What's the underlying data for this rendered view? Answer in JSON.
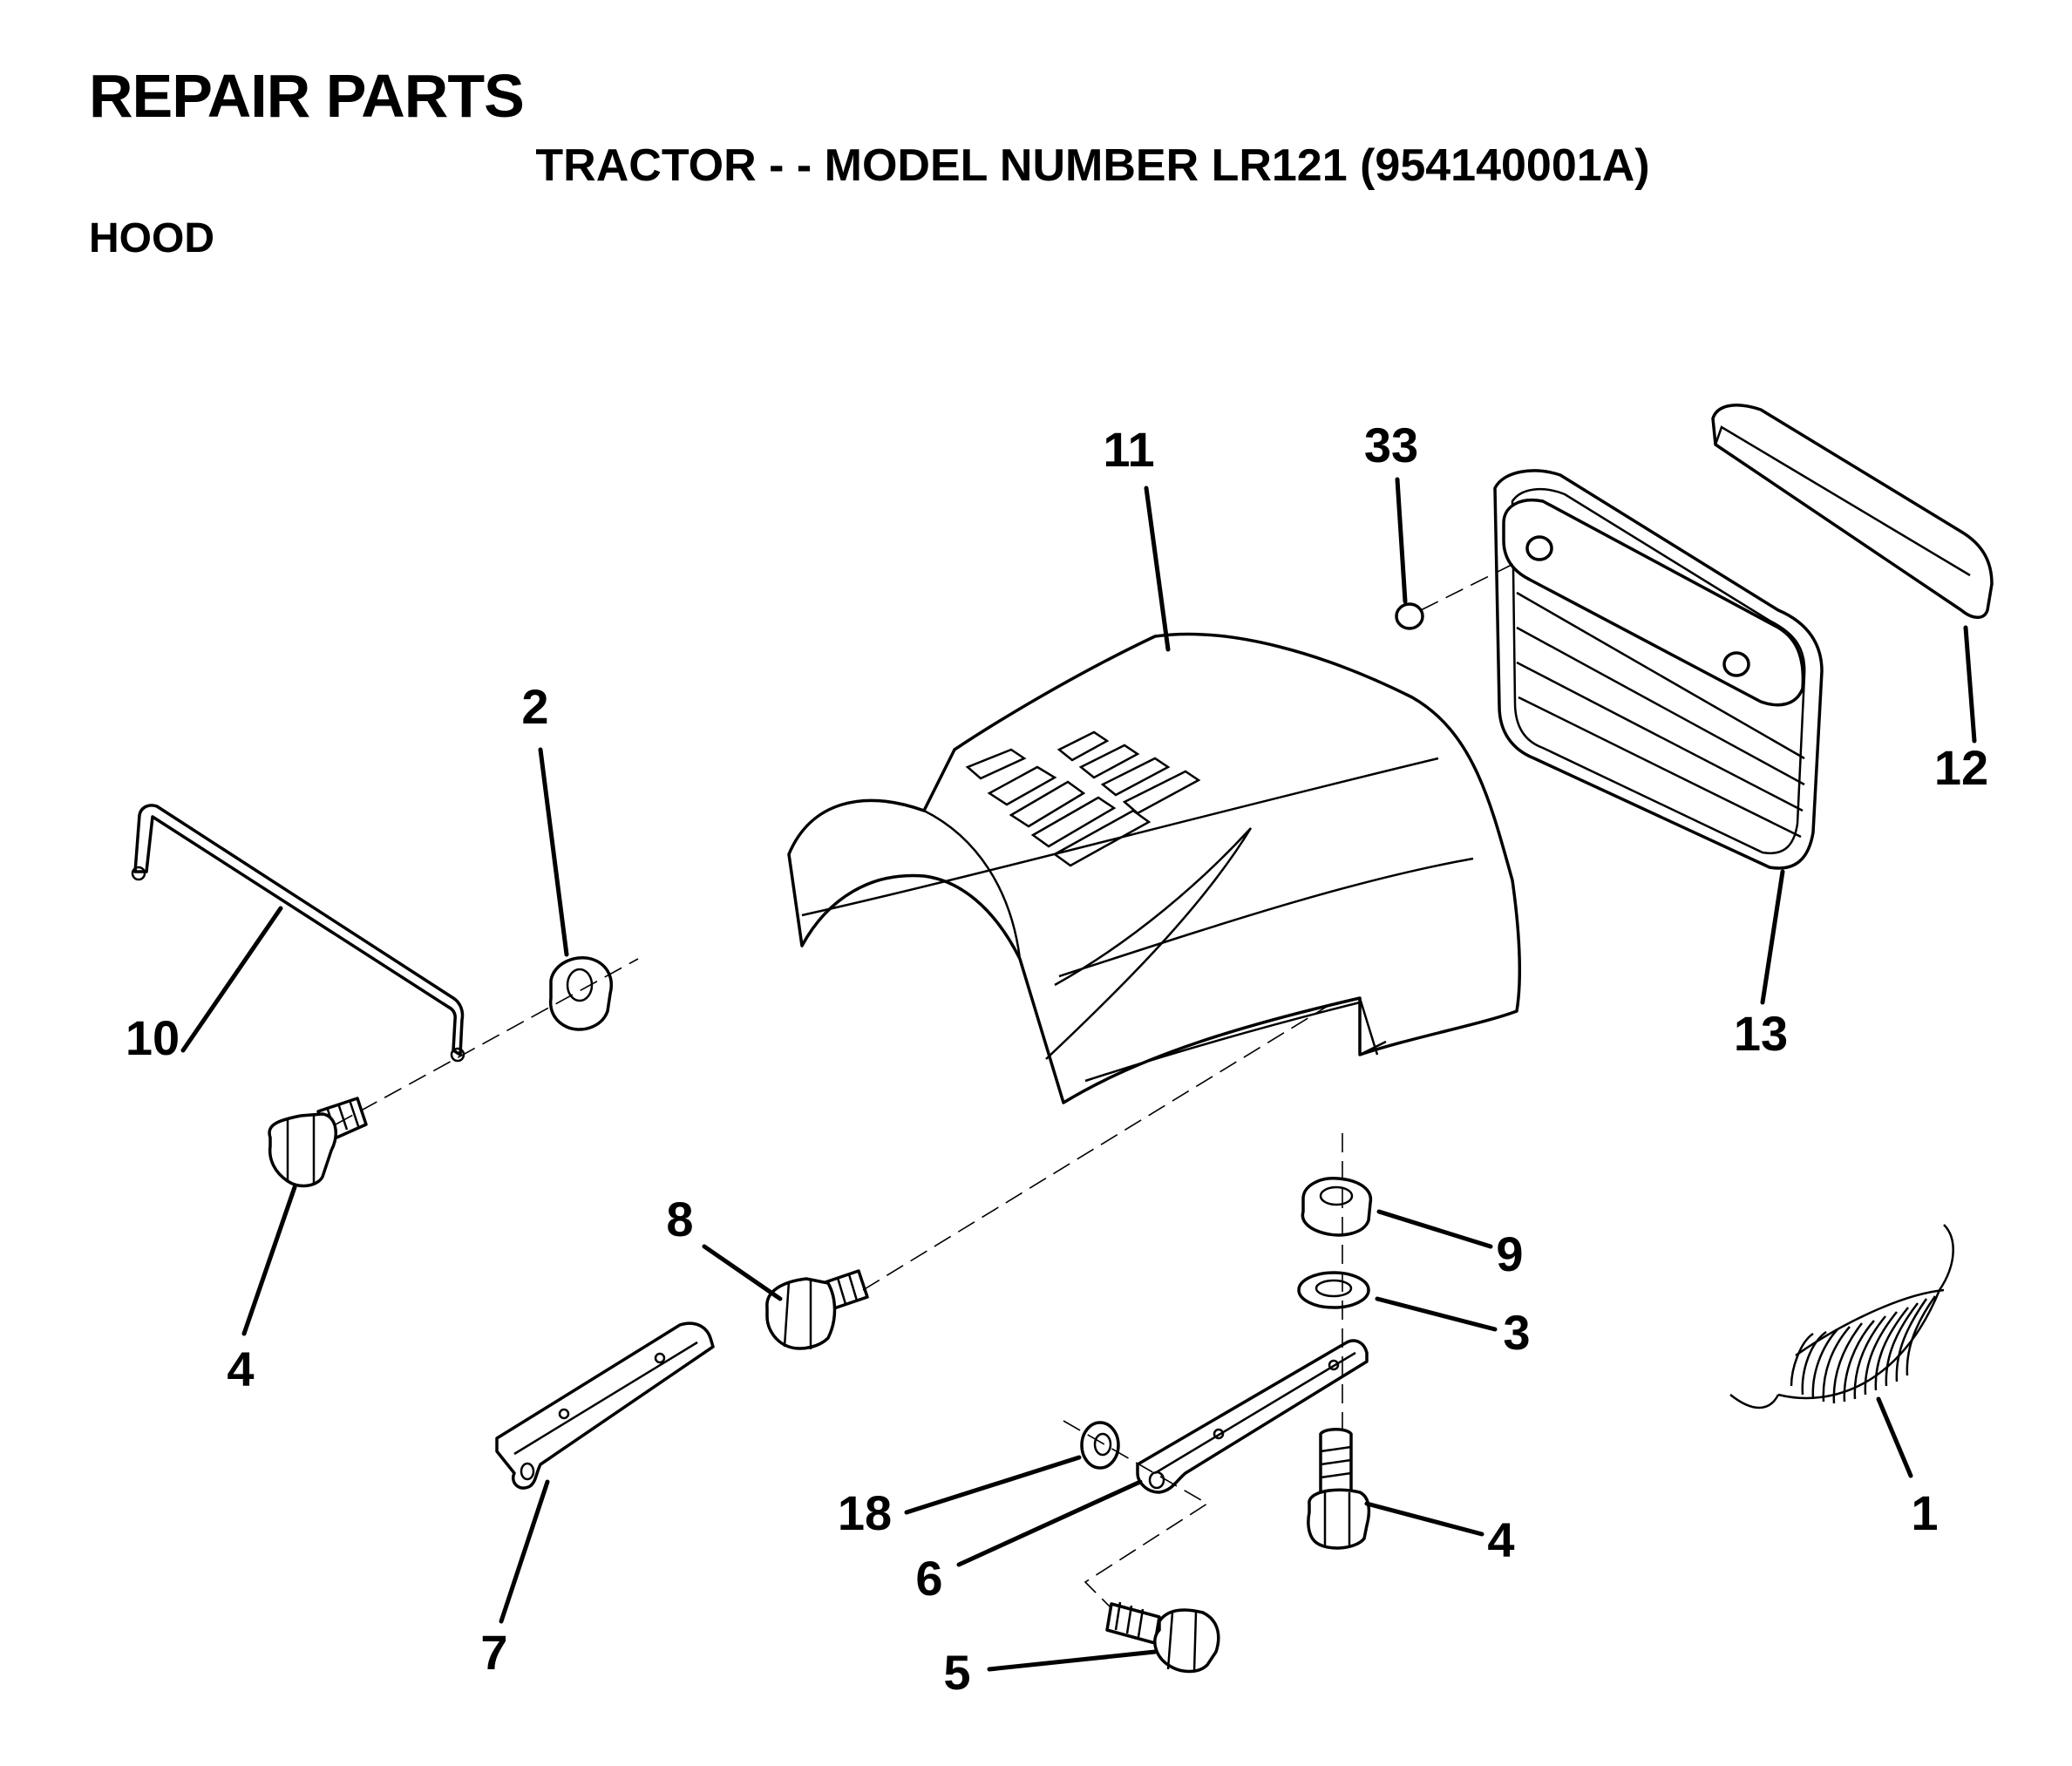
{
  "header": {
    "title": "REPAIR PARTS",
    "subtitle": "TRACTOR - - MODEL NUMBER LR121 (954140001A)",
    "section": "HOOD"
  },
  "callouts": [
    {
      "id": "c11",
      "label": "11"
    },
    {
      "id": "c33",
      "label": "33"
    },
    {
      "id": "c12",
      "label": "12"
    },
    {
      "id": "c13",
      "label": "13"
    },
    {
      "id": "c2",
      "label": "2"
    },
    {
      "id": "c10",
      "label": "10"
    },
    {
      "id": "c4a",
      "label": "4"
    },
    {
      "id": "c8",
      "label": "8"
    },
    {
      "id": "c9",
      "label": "9"
    },
    {
      "id": "c3",
      "label": "3"
    },
    {
      "id": "c1",
      "label": "1"
    },
    {
      "id": "c18",
      "label": "18"
    },
    {
      "id": "c6",
      "label": "6"
    },
    {
      "id": "c4b",
      "label": "4"
    },
    {
      "id": "c7",
      "label": "7"
    },
    {
      "id": "c5",
      "label": "5"
    }
  ]
}
